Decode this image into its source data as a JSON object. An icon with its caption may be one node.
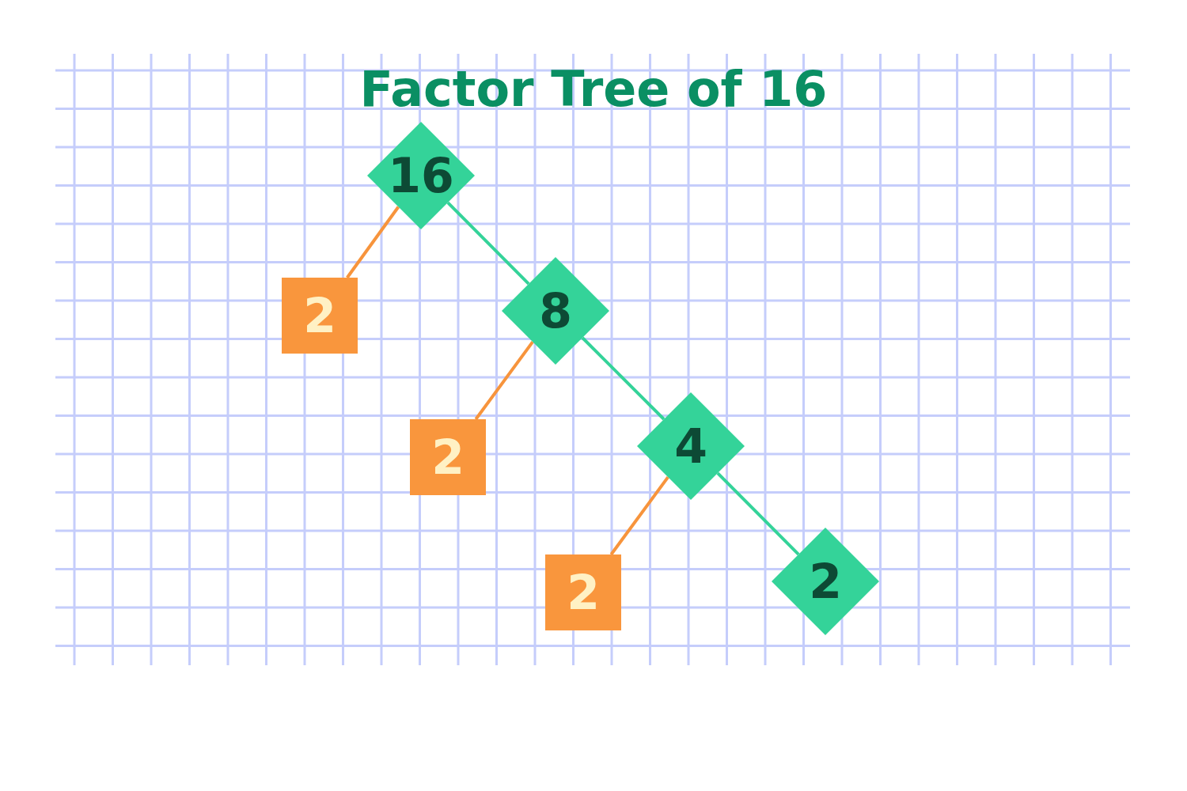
{
  "diagram": {
    "title": "Factor Tree of 16",
    "nodes": [
      {
        "text": [
          "16"
        ]
      },
      {
        "text": [
          "2"
        ]
      },
      {
        "text": [
          "8"
        ]
      },
      {
        "text": [
          "2"
        ]
      },
      {
        "text": [
          "4"
        ]
      },
      {
        "text": [
          "2"
        ]
      },
      {
        "text": [
          "2"
        ]
      }
    ],
    "edges": [
      {
        "from": 0,
        "to": 1,
        "arrow": "none",
        "color": "#f7943c"
      },
      {
        "from": 0,
        "to": 2,
        "arrow": "none",
        "color": "#34d399"
      },
      {
        "from": 2,
        "to": 3,
        "arrow": "none",
        "color": "#f7943c"
      },
      {
        "from": 2,
        "to": 4,
        "arrow": "none",
        "color": "#34d399"
      },
      {
        "from": 4,
        "to": 5,
        "arrow": "none",
        "color": "#f7943c"
      },
      {
        "from": 4,
        "to": 6,
        "arrow": "none",
        "color": "#34d399"
      }
    ]
  }
}
